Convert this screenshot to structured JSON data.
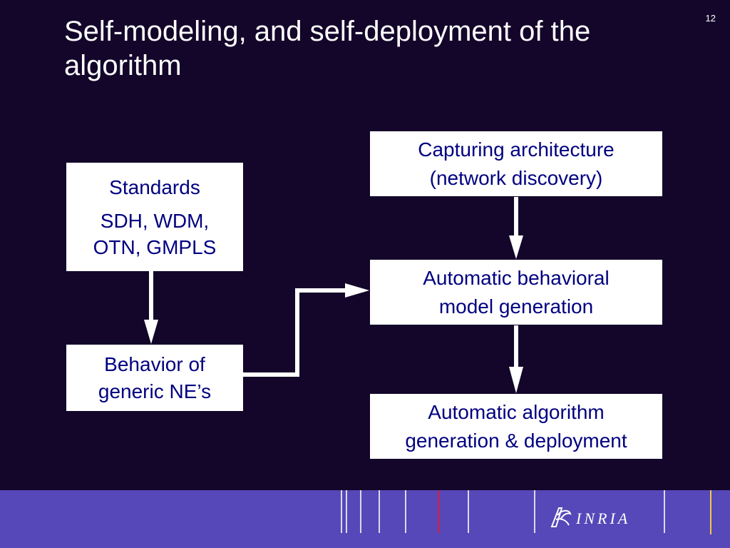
{
  "slide": {
    "title": "Self-modeling, and self-deployment of the algorithm",
    "page_number": "12"
  },
  "diagram": {
    "standards": {
      "heading": "Standards",
      "line1": "SDH, WDM,",
      "line2": "OTN, GMPLS"
    },
    "behavior": {
      "line1": "Behavior of",
      "line2": "generic NE’s"
    },
    "capturing": {
      "line1": "Capturing architecture",
      "line2": "(network discovery)"
    },
    "model_gen": {
      "line1": "Automatic behavioral",
      "line2": "model generation"
    },
    "algo_gen": {
      "line1": "Automatic algorithm",
      "line2": "generation & deployment"
    }
  },
  "footer": {
    "logo_text": "INRIA",
    "logo_icon": "inria-logo-icon"
  },
  "colors": {
    "background": "#13062a",
    "box_text": "#000080",
    "footer": "#5648b8"
  }
}
